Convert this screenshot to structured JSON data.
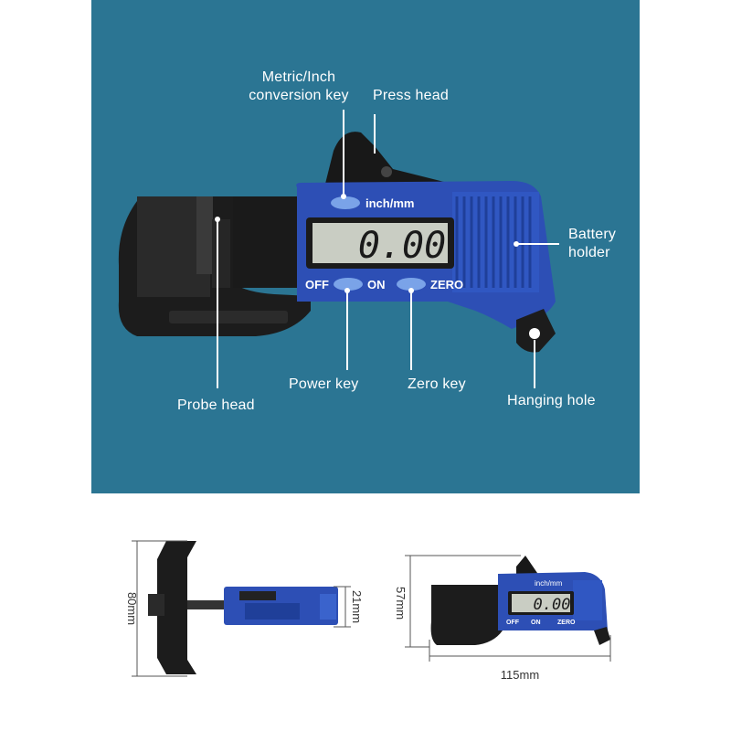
{
  "callouts": {
    "metric_inch_key": "Metric/Inch\nconversion key",
    "press_head": "Press head",
    "battery_holder": "Battery\nholder",
    "power_key": "Power key",
    "zero_key": "Zero key",
    "probe_head": "Probe head",
    "hanging_hole": "Hanging hole"
  },
  "device": {
    "unit_key": "inch/mm",
    "display": "0.00",
    "off": "OFF",
    "on": "ON",
    "zero": "ZERO"
  },
  "dimensions": {
    "height_side": "80mm",
    "thickness_side": "21mm",
    "height_front": "57mm",
    "width_front": "115mm"
  },
  "colors": {
    "panel": "#2b7593",
    "body_blue": "#2d4fb5",
    "clamp_black": "#1c1c1c"
  }
}
